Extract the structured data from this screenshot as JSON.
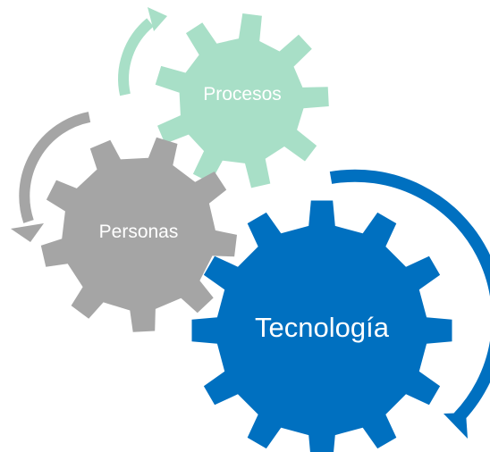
{
  "gears": {
    "procesos": {
      "label": "Procesos",
      "color": "#a8dfc7"
    },
    "personas": {
      "label": "Personas",
      "color": "#a5a5a5"
    },
    "tecnologia": {
      "label": "Tecnología",
      "color": "#0070c0"
    }
  },
  "arrows": {
    "procesos_color": "#a8dfc7",
    "personas_color": "#a5a5a5",
    "tecnologia_color": "#0070c0"
  }
}
